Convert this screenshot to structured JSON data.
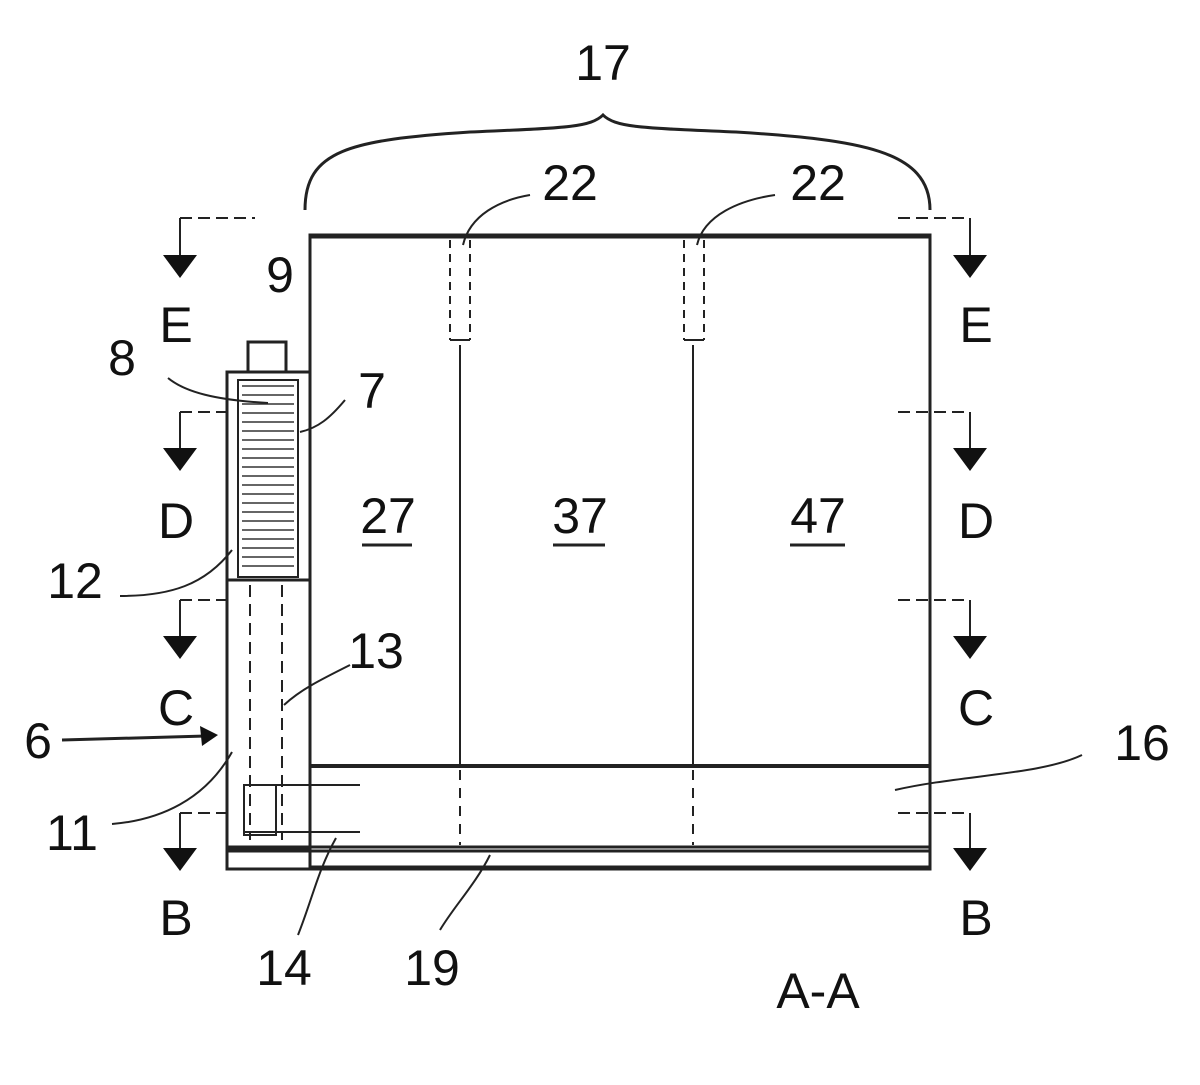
{
  "figure": {
    "section_label": "A-A",
    "reference_numerals": {
      "brace": "17",
      "partition_left": "22",
      "partition_right": "22",
      "screw": "9",
      "coil": "8",
      "housing": "7",
      "housing_bottom": "12",
      "shaft": "13",
      "body": "6",
      "tube": "11",
      "connector": "14",
      "base": "19",
      "bottom_channel": "16",
      "chamber_1": "27",
      "chamber_2": "37",
      "chamber_3": "47"
    },
    "section_markers": {
      "left": [
        "E",
        "D",
        "C",
        "B"
      ],
      "right": [
        "E",
        "D",
        "C",
        "B"
      ]
    }
  }
}
